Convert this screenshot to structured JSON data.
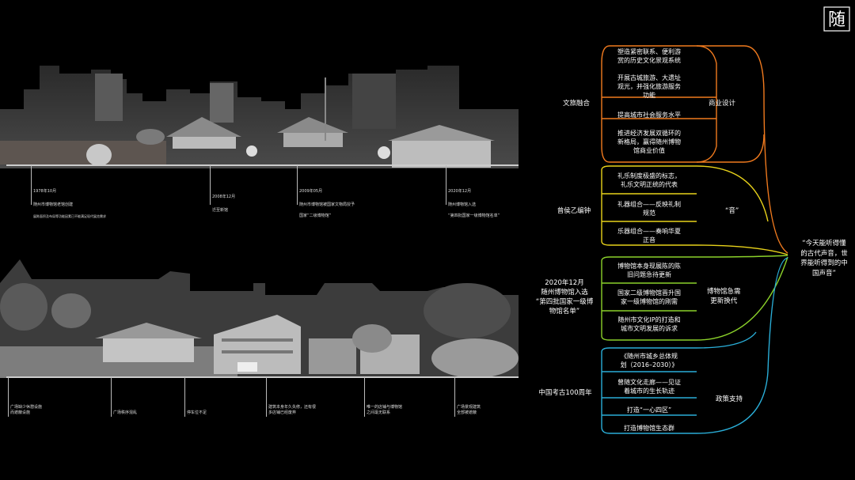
{
  "logo": {
    "text": "随"
  },
  "top_timeline": {
    "events": [
      {
        "date": "1978年10月",
        "text": "随州市博物馆老馆创建",
        "sub": "展陈面积及布局等功能因素已不能满足现代展览需求"
      },
      {
        "date": "2008年12月",
        "text": "迁至新馆"
      },
      {
        "date": "2009年05月",
        "text": "随州市博物馆被国家文物局授予",
        "sub": "国家“二级博物馆”"
      },
      {
        "date": "2020年12月",
        "text": "随州博物馆入选",
        "sub": "“第四批国家一级博物馆名单”"
      }
    ]
  },
  "bottom_timeline": {
    "notes": [
      "广场缺少休憩设施\n而遮蔽设施",
      "广场秩序混乱",
      "停车位不足",
      "建筑本身年久失修，还有很\n多店铺已经废弃",
      "唯一的店铺与博物馆\n之间毫无联系",
      "广场景观建筑\n全部被遮蔽"
    ]
  },
  "mindmap": {
    "root": "“今天能听得懂\n的古代声音，世\n界能听得到的中\n国声音”",
    "left_labels": {
      "wenlv": "文旅融合",
      "zenghou": "曾侯乙编钟",
      "museum2020": "2020年12月\n随州博物馆入选\n“第四批国家一级博\n物馆名单”",
      "kaogu": "中国考古100周年"
    },
    "categories": {
      "commercial": "商业设计",
      "yin": "“音”",
      "update": "博物馆急需\n更新换代",
      "policy": "政策支持"
    },
    "items": {
      "c1": "塑造紧密联系、便利游\n赏的历史文化景观系统",
      "c2": "开展古城旅游、大遗址\n观光，并强化旅游服务\n功能",
      "c3": "提高城市社会服务水平",
      "c4": "推进经济发展双循环的\n新格局，赢得随州博物\n馆商业价值",
      "y1": "礼乐制度极盛的标志，\n礼乐文明正统的代表",
      "y2": "礼器组合——反映礼制\n规范",
      "y3": "乐器组合——奏响华夏\n正音",
      "u1": "博物馆本身现展陈的陈\n旧问题急待更新",
      "u2": "国家二级博物馆晋升国\n家一级博物馆的刚需",
      "u3": "随州市文化IP的打造和\n城市文明发展的诉求",
      "p1": "《随州市城乡总体规\n划（2016–2030）》",
      "p2": "曾随文化走廊——见证\n着城市的生长轨迹",
      "p3": "打造“一心四区”",
      "p4": "打造博物馆生态群"
    }
  },
  "colors": {
    "orange": "#f07a1e",
    "yellow": "#e8d21a",
    "green": "#8bd12a",
    "blue": "#2aaed8"
  }
}
